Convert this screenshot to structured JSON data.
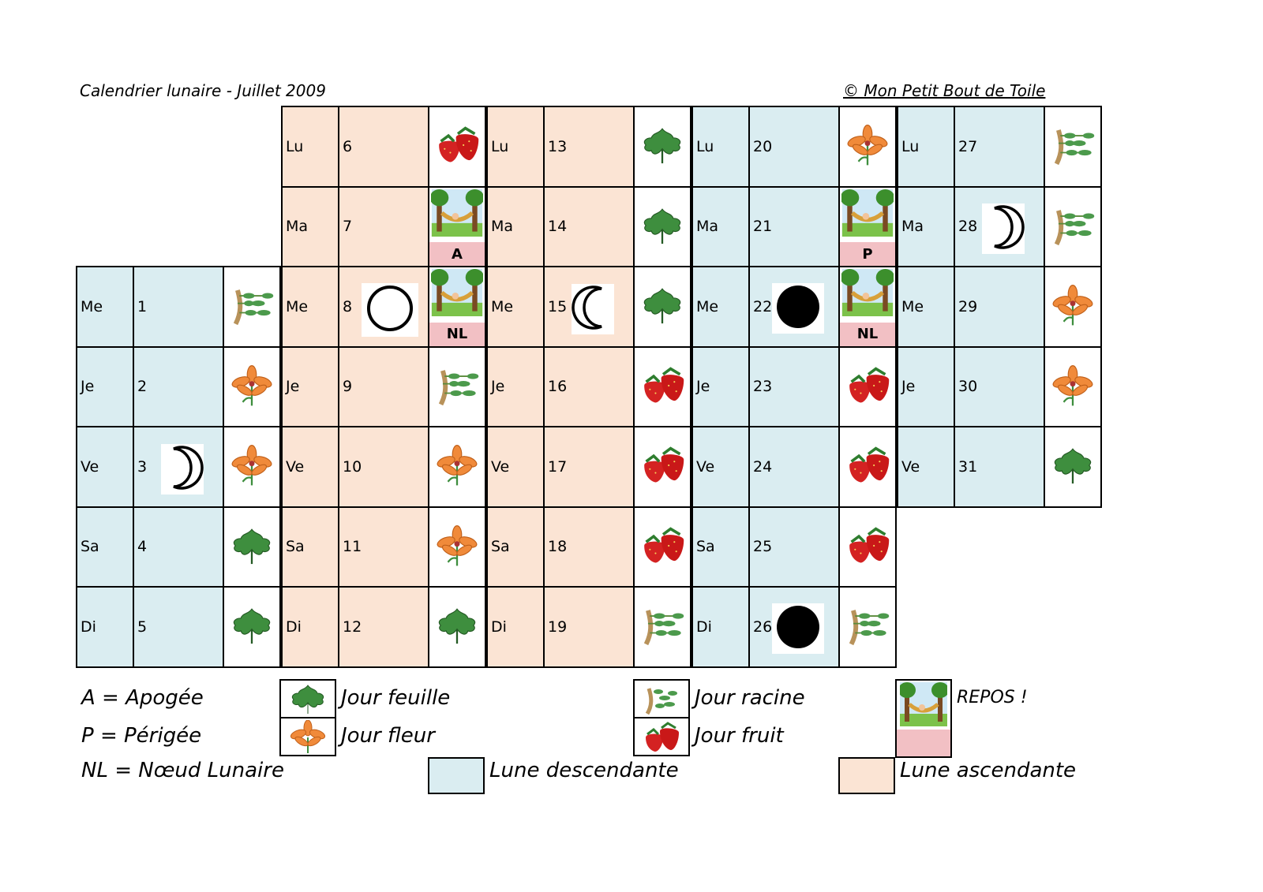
{
  "header": {
    "title": "Calendrier lunaire - Juillet 2009",
    "copyright": "© Mon Petit Bout de Toile"
  },
  "colors": {
    "lune_ascendante": "#fbe4d4",
    "lune_descendante": "#daedf1",
    "repos": "#f2c0c4"
  },
  "weeks": [
    {
      "phase": "descendante",
      "days": [
        {
          "day_name": "Me",
          "date": "1",
          "type": "racine"
        },
        {
          "day_name": "Je",
          "date": "2",
          "type": "fleur"
        },
        {
          "day_name": "Ve",
          "date": "3",
          "type": "fleur",
          "moon": "waxing-crescent"
        },
        {
          "day_name": "Sa",
          "date": "4",
          "type": "feuille"
        },
        {
          "day_name": "Di",
          "date": "5",
          "type": "feuille"
        }
      ]
    },
    {
      "phase": "ascendante",
      "days": [
        {
          "day_name": "Lu",
          "date": "6",
          "type": "fruit"
        },
        {
          "day_name": "Ma",
          "date": "7",
          "type": "repos",
          "node": "A"
        },
        {
          "day_name": "Me",
          "date": "8",
          "type": "repos",
          "node": "NL",
          "moon": "full"
        },
        {
          "day_name": "Je",
          "date": "9",
          "type": "racine"
        },
        {
          "day_name": "Ve",
          "date": "10",
          "type": "fleur"
        },
        {
          "day_name": "Sa",
          "date": "11",
          "type": "fleur"
        },
        {
          "day_name": "Di",
          "date": "12",
          "type": "feuille"
        }
      ]
    },
    {
      "phase": "ascendante",
      "days": [
        {
          "day_name": "Lu",
          "date": "13",
          "type": "feuille"
        },
        {
          "day_name": "Ma",
          "date": "14",
          "type": "feuille"
        },
        {
          "day_name": "Me",
          "date": "15",
          "type": "feuille",
          "moon": "waning-crescent"
        },
        {
          "day_name": "Je",
          "date": "16",
          "type": "fruit"
        },
        {
          "day_name": "Ve",
          "date": "17",
          "type": "fruit"
        },
        {
          "day_name": "Sa",
          "date": "18",
          "type": "fruit"
        },
        {
          "day_name": "Di",
          "date": "19",
          "type": "racine"
        }
      ]
    },
    {
      "phase": "descendante",
      "days": [
        {
          "day_name": "Lu",
          "date": "20",
          "type": "fleur"
        },
        {
          "day_name": "Ma",
          "date": "21",
          "type": "repos",
          "node": "P"
        },
        {
          "day_name": "Me",
          "date": "22",
          "type": "repos",
          "node": "NL",
          "moon": "new"
        },
        {
          "day_name": "Je",
          "date": "23",
          "type": "fruit"
        },
        {
          "day_name": "Ve",
          "date": "24",
          "type": "fruit"
        },
        {
          "day_name": "Sa",
          "date": "25",
          "type": "fruit"
        },
        {
          "day_name": "Di",
          "date": "26",
          "type": "racine",
          "moon": "new"
        }
      ]
    },
    {
      "phase": "descendante",
      "days": [
        {
          "day_name": "Lu",
          "date": "27",
          "type": "racine"
        },
        {
          "day_name": "Ma",
          "date": "28",
          "type": "racine",
          "moon": "waxing-crescent"
        },
        {
          "day_name": "Me",
          "date": "29",
          "type": "fleur"
        },
        {
          "day_name": "Je",
          "date": "30",
          "type": "fleur"
        },
        {
          "day_name": "Ve",
          "date": "31",
          "type": "feuille"
        }
      ]
    }
  ],
  "legend": {
    "apogee": "A = Apogée",
    "perigee": "P = Périgée",
    "noeud": "NL = Nœud Lunaire",
    "feuille": "Jour feuille",
    "fleur": "Jour fleur",
    "racine": "Jour racine",
    "fruit": "Jour fruit",
    "repos": "REPOS !",
    "descendante": "Lune descendante",
    "ascendante": "Lune ascendante"
  }
}
